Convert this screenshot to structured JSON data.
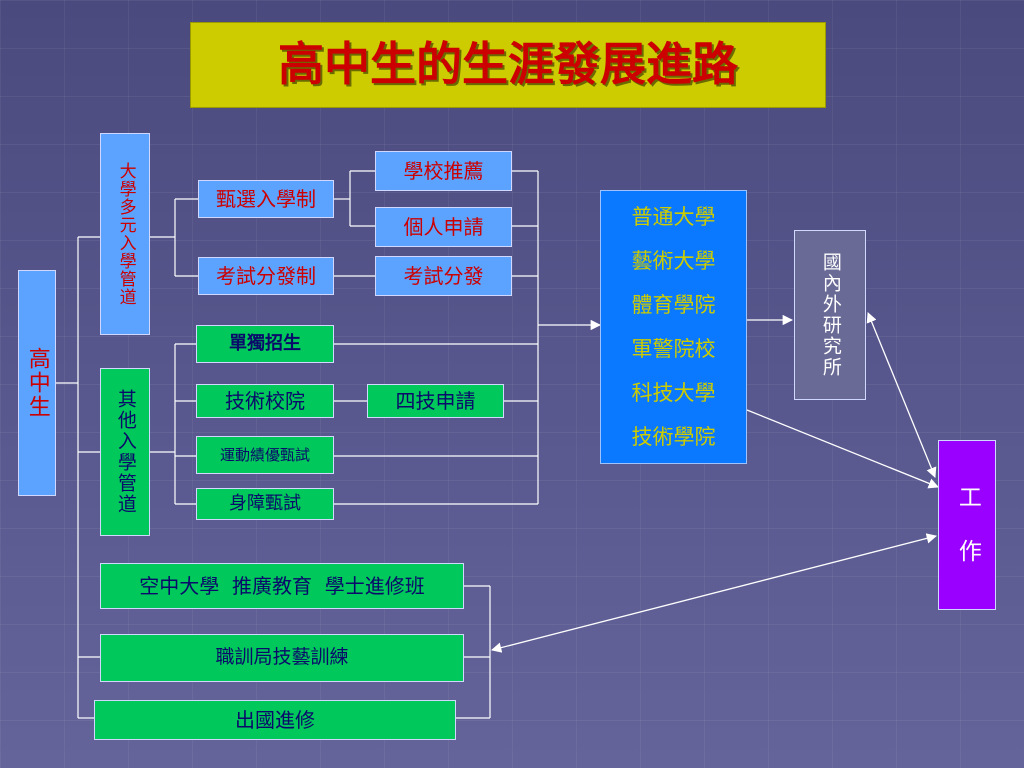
{
  "title": "高中生的生涯發展進路",
  "start": "高中生",
  "multi_channel": "大學多元入學管道",
  "other_channel": "其他入學管道",
  "selection": "甄選入學制",
  "exam": "考試分發制",
  "school_rec": "學校推薦",
  "personal_app": "個人申請",
  "exam_alloc": "考試分發",
  "single_enroll": "單獨招生",
  "tech_college": "技術校院",
  "four_tech": "四技申請",
  "sports": "運動績優甄試",
  "disabled": "身障甄試",
  "universities": [
    "普通大學",
    "藝術大學",
    "體育學院",
    "軍警院校",
    "科技大學",
    "技術學院"
  ],
  "graduate": "國內外研究所",
  "work": "工　作",
  "open_univ": "空中大學  推廣教育  學士進修班",
  "vocational": "職訓局技藝訓練",
  "abroad": "出國進修"
}
